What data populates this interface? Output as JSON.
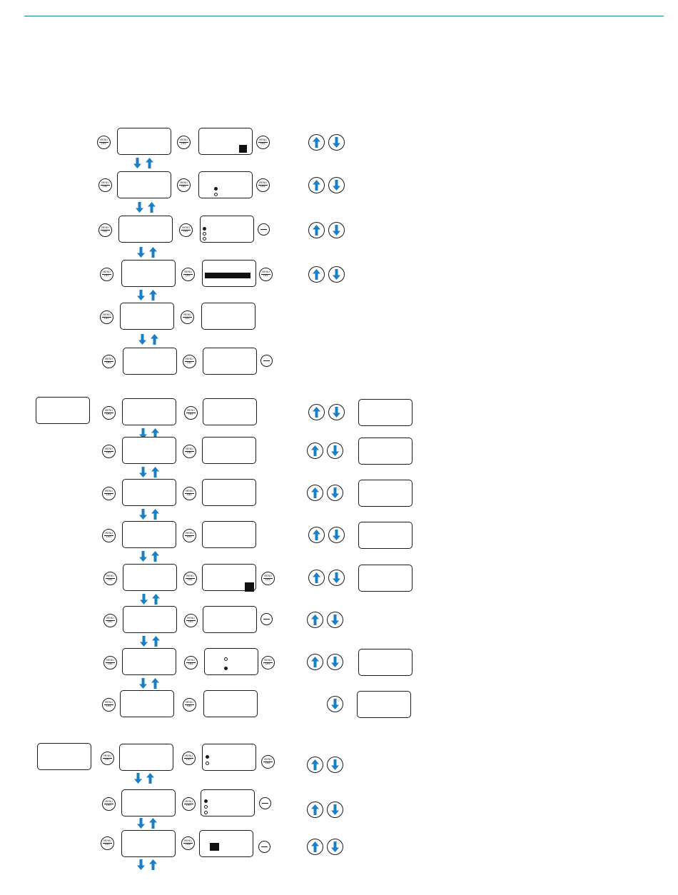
{
  "colors": {
    "rule": "#1a7f8e",
    "arrow": "#1a7fc3",
    "outline": "#1a1a1a"
  },
  "button_label": {
    "line1": "MENU",
    "line2": "DEL"
  },
  "icons": {
    "menu_button": "menu-del-button-icon",
    "minus_button": "minus-button-icon",
    "up_arrow": "up-arrow-icon",
    "down_arrow": "down-arrow-icon"
  },
  "sections": [
    {
      "name": "menu-group-1",
      "rows": 6
    },
    {
      "name": "menu-group-2",
      "rows": 8
    },
    {
      "name": "menu-group-3",
      "rows": 3
    }
  ]
}
